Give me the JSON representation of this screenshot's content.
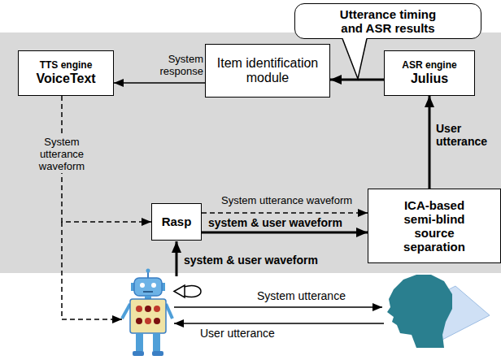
{
  "diagram": {
    "nodes": [
      {
        "text": [
          "Utterance timing and ASR results"
        ]
      },
      {
        "text": [
          "TTS engine",
          "VoiceText"
        ]
      },
      {
        "text": [
          "Item identification module"
        ]
      },
      {
        "text": [
          "ASR engine",
          "Julius"
        ]
      },
      {
        "text": [
          "Rasp"
        ]
      },
      {
        "text": [
          "ICA-based semi-blind source separation"
        ]
      }
    ],
    "edges": [
      {
        "from": 2,
        "to": 1,
        "label": "System response",
        "arrow": "to"
      },
      {
        "from": 3,
        "to": 2,
        "arrow": "to"
      },
      {
        "from": 5,
        "to": 3,
        "label": "User utterance",
        "arrow": "to"
      },
      {
        "from": 1,
        "to": 4,
        "label": "System utterance waveform",
        "arrow": "to"
      },
      {
        "from": 4,
        "to": 5,
        "label": "System utterance waveform",
        "arrow": "to"
      },
      {
        "from": 4,
        "to": 5,
        "label": "system & user waveform",
        "arrow": "to"
      }
    ],
    "labels": [
      "system & user waveform",
      "System utterance",
      "User utterance"
    ]
  }
}
